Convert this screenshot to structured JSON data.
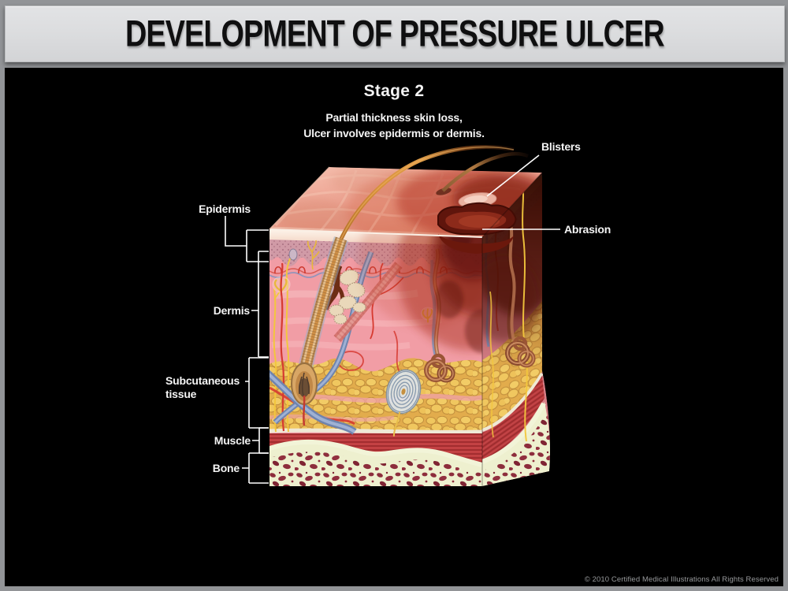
{
  "header": {
    "title": "DEVELOPMENT OF PRESSURE ULCER"
  },
  "figure": {
    "stage_title": "Stage 2",
    "description_line1": "Partial thickness skin loss,",
    "description_line2": "Ulcer involves epidermis or dermis.",
    "labels": {
      "blisters": "Blisters",
      "abrasion": "Abrasion",
      "epidermis": "Epidermis",
      "dermis": "Dermis",
      "subcutaneous_line1": "Subcutaneous",
      "subcutaneous_line2": "tissue",
      "muscle": "Muscle",
      "bone": "Bone"
    }
  },
  "footer": {
    "copyright": "© 2010 Certified Medical Illustrations All Rights Reserved"
  },
  "palette": {
    "frame_gray": "#929497",
    "titlebar_bg": "#dcdddf",
    "title_text": "#0f0f10",
    "content_bg": "#000000",
    "label_text": "#f4f4f4",
    "copyright_text": "#989a9c",
    "skin_surface": "#eda392",
    "epidermis_band": "#d09aa6",
    "dermis_pink": "#f19da5",
    "fat_yellow": "#eec35c",
    "muscle_red": "#bf3b3d",
    "bone_cream": "#eef0cf",
    "bruise_dark": "#7c1a0d",
    "vein_blue": "#7f92ba",
    "artery_red": "#d63a30",
    "nerve_yellow": "#f2c63d",
    "hair_tan": "#d8913b"
  }
}
